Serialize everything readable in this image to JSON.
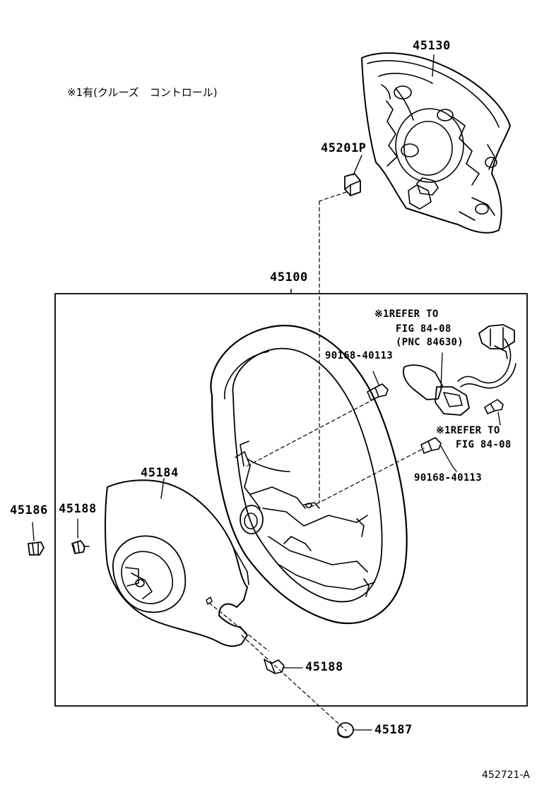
{
  "note": "※1有(クルーズ　コントロール)",
  "figure_id": "452721-A",
  "parts": {
    "pad_45130": "45130",
    "nut_45201p": "45201P",
    "wheel_45100": "45100",
    "bolt_upper": "90168-40113",
    "bolt_lower": "90168-40113",
    "cover_45184": "45184",
    "clip_45186": "45186",
    "screw_45188_left": "45188",
    "screw_45188_bottom": "45188",
    "cap_45187": "45187"
  },
  "refer_upper": {
    "line1": "※1REFER TO",
    "line2": "FIG 84-08",
    "line3": "(PNC 84630)"
  },
  "refer_lower": {
    "line1": "※1REFER TO",
    "line2": "FIG 84-08"
  }
}
